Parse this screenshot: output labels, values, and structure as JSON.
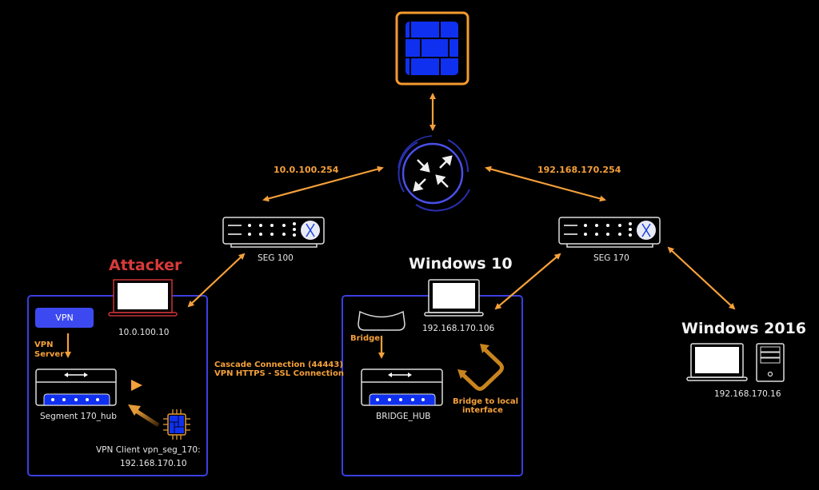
{
  "colors": {
    "background": "#000000",
    "accent_orange": "#f5a03a",
    "accent_blue": "#3d49f0",
    "zone_border": "#3a3fe0",
    "attacker_red": "#d83a3a"
  },
  "nodes": {
    "firewall": {
      "icon": "firewall-brick-icon"
    },
    "router": {
      "icon": "router-arrows-icon"
    },
    "seg100": {
      "label": "SEG 100",
      "icon": "switch-icon"
    },
    "seg170": {
      "label": "SEG 170",
      "icon": "switch-icon"
    },
    "attacker": {
      "title": "Attacker",
      "ip": "10.0.100.10",
      "icon": "laptop-icon"
    },
    "windows10": {
      "title": "Windows 10",
      "ip": "192.168.170.106",
      "icon": "laptop-icon"
    },
    "windows2016": {
      "title": "Windows 2016",
      "ip": "192.168.170.16",
      "icons": [
        "laptop-icon",
        "server-tower-icon"
      ]
    },
    "vpn_server": {
      "button_label": "VPN",
      "note": "VPN\nServer"
    },
    "segment_hub": {
      "label": "Segment 170_hub",
      "icon": "hub-icon"
    },
    "vpn_client": {
      "label": "VPN Client vpn_seg_170:",
      "ip": "192.168.170.10",
      "icon": "chip-icon"
    },
    "bridge": {
      "note": "Bridge",
      "icon": "bridge-icon"
    },
    "bridge_hub": {
      "label": "BRIDGE_HUB",
      "icon": "hub-icon"
    }
  },
  "links": {
    "seg100_gateway": "10.0.100.254",
    "seg170_gateway": "192.168.170.254",
    "cascade_line1": "Cascade Connection (44443)",
    "cascade_line2": "VPN HTTPS - SSL Connection",
    "bridge_local_line1": "Bridge to local",
    "bridge_local_line2": "interface"
  }
}
